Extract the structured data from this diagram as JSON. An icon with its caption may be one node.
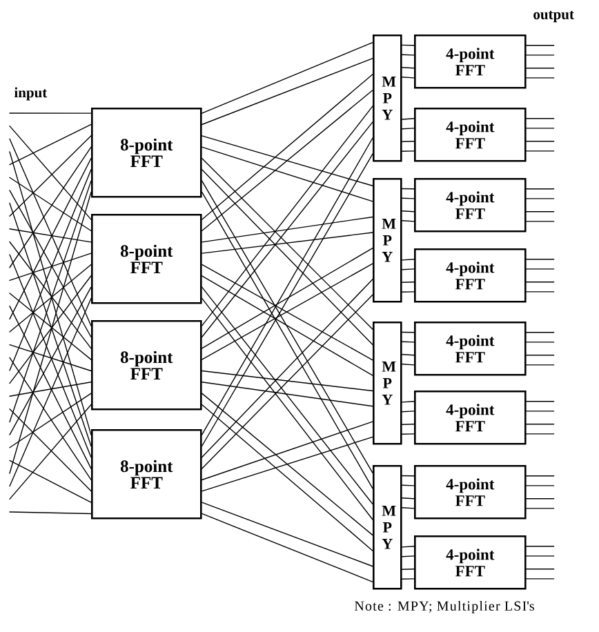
{
  "diagram": {
    "nodes": [
      {
        "text": [
          "8-point FFT"
        ]
      },
      {
        "text": [
          "8-point FFT"
        ]
      },
      {
        "text": [
          "8-point FFT"
        ]
      },
      {
        "text": [
          "8-point FFT"
        ]
      },
      {
        "text": [
          "MPY"
        ]
      },
      {
        "text": [
          "MPY"
        ]
      },
      {
        "text": [
          "MPY"
        ]
      },
      {
        "text": [
          "MPY"
        ]
      },
      {
        "text": [
          "4-point FFT"
        ]
      },
      {
        "text": [
          "4-point FFT"
        ]
      },
      {
        "text": [
          "4-point FFT"
        ]
      },
      {
        "text": [
          "4-point FFT"
        ]
      },
      {
        "text": [
          "4-point FFT"
        ]
      },
      {
        "text": [
          "4-point FFT"
        ]
      },
      {
        "text": [
          "4-point FFT"
        ]
      },
      {
        "text": [
          "4-point FFT"
        ]
      }
    ],
    "edges": [
      {
        "from": null,
        "to": 0,
        "arrow": "none"
      },
      {
        "from": null,
        "to": 1,
        "arrow": "none"
      },
      {
        "from": null,
        "to": 2,
        "arrow": "none"
      },
      {
        "from": null,
        "to": 3,
        "arrow": "none"
      },
      {
        "from": null,
        "to": 0,
        "arrow": "none"
      },
      {
        "from": null,
        "to": 1,
        "arrow": "none"
      },
      {
        "from": null,
        "to": 2,
        "arrow": "none"
      },
      {
        "from": null,
        "to": 3,
        "arrow": "none"
      },
      {
        "from": null,
        "to": 0,
        "arrow": "none"
      },
      {
        "from": null,
        "to": 1,
        "arrow": "none"
      },
      {
        "from": null,
        "to": 2,
        "arrow": "none"
      },
      {
        "from": null,
        "to": 3,
        "arrow": "none"
      },
      {
        "from": null,
        "to": 0,
        "arrow": "none"
      },
      {
        "from": null,
        "to": 1,
        "arrow": "none"
      },
      {
        "from": null,
        "to": 2,
        "arrow": "none"
      },
      {
        "from": null,
        "to": 3,
        "arrow": "none"
      },
      {
        "from": null,
        "to": 0,
        "arrow": "none"
      },
      {
        "from": null,
        "to": 1,
        "arrow": "none"
      },
      {
        "from": null,
        "to": 2,
        "arrow": "none"
      },
      {
        "from": null,
        "to": 3,
        "arrow": "none"
      },
      {
        "from": null,
        "to": 0,
        "arrow": "none"
      },
      {
        "from": null,
        "to": 1,
        "arrow": "none"
      },
      {
        "from": null,
        "to": 2,
        "arrow": "none"
      },
      {
        "from": null,
        "to": 3,
        "arrow": "none"
      },
      {
        "from": null,
        "to": 0,
        "arrow": "none"
      },
      {
        "from": null,
        "to": 1,
        "arrow": "none"
      },
      {
        "from": null,
        "to": 2,
        "arrow": "none"
      },
      {
        "from": null,
        "to": 3,
        "arrow": "none"
      },
      {
        "from": null,
        "to": 0,
        "arrow": "none"
      },
      {
        "from": null,
        "to": 1,
        "arrow": "none"
      },
      {
        "from": null,
        "to": 2,
        "arrow": "none"
      },
      {
        "from": null,
        "to": 3,
        "arrow": "none"
      },
      {
        "from": 0,
        "to": 4,
        "arrow": "none"
      },
      {
        "from": 0,
        "to": 4,
        "arrow": "none"
      },
      {
        "from": 0,
        "to": 5,
        "arrow": "none"
      },
      {
        "from": 0,
        "to": 5,
        "arrow": "none"
      },
      {
        "from": 0,
        "to": 6,
        "arrow": "none"
      },
      {
        "from": 0,
        "to": 6,
        "arrow": "none"
      },
      {
        "from": 0,
        "to": 7,
        "arrow": "none"
      },
      {
        "from": 0,
        "to": 7,
        "arrow": "none"
      },
      {
        "from": 1,
        "to": 4,
        "arrow": "none"
      },
      {
        "from": 1,
        "to": 4,
        "arrow": "none"
      },
      {
        "from": 1,
        "to": 5,
        "arrow": "none"
      },
      {
        "from": 1,
        "to": 5,
        "arrow": "none"
      },
      {
        "from": 1,
        "to": 6,
        "arrow": "none"
      },
      {
        "from": 1,
        "to": 6,
        "arrow": "none"
      },
      {
        "from": 1,
        "to": 7,
        "arrow": "none"
      },
      {
        "from": 1,
        "to": 7,
        "arrow": "none"
      },
      {
        "from": 2,
        "to": 4,
        "arrow": "none"
      },
      {
        "from": 2,
        "to": 4,
        "arrow": "none"
      },
      {
        "from": 2,
        "to": 5,
        "arrow": "none"
      },
      {
        "from": 2,
        "to": 5,
        "arrow": "none"
      },
      {
        "from": 2,
        "to": 6,
        "arrow": "none"
      },
      {
        "from": 2,
        "to": 6,
        "arrow": "none"
      },
      {
        "from": 2,
        "to": 7,
        "arrow": "none"
      },
      {
        "from": 2,
        "to": 7,
        "arrow": "none"
      },
      {
        "from": 3,
        "to": 4,
        "arrow": "none"
      },
      {
        "from": 3,
        "to": 4,
        "arrow": "none"
      },
      {
        "from": 3,
        "to": 5,
        "arrow": "none"
      },
      {
        "from": 3,
        "to": 5,
        "arrow": "none"
      },
      {
        "from": 3,
        "to": 6,
        "arrow": "none"
      },
      {
        "from": 3,
        "to": 6,
        "arrow": "none"
      },
      {
        "from": 3,
        "to": 7,
        "arrow": "none"
      },
      {
        "from": 3,
        "to": 7,
        "arrow": "none"
      },
      {
        "from": 4,
        "to": 8,
        "arrow": "none"
      },
      {
        "from": 4,
        "to": 8,
        "arrow": "none"
      },
      {
        "from": 4,
        "to": 8,
        "arrow": "none"
      },
      {
        "from": 4,
        "to": 8,
        "arrow": "none"
      },
      {
        "from": 4,
        "to": 9,
        "arrow": "none"
      },
      {
        "from": 4,
        "to": 9,
        "arrow": "none"
      },
      {
        "from": 4,
        "to": 9,
        "arrow": "none"
      },
      {
        "from": 4,
        "to": 9,
        "arrow": "none"
      },
      {
        "from": 5,
        "to": 10,
        "arrow": "none"
      },
      {
        "from": 5,
        "to": 10,
        "arrow": "none"
      },
      {
        "from": 5,
        "to": 10,
        "arrow": "none"
      },
      {
        "from": 5,
        "to": 10,
        "arrow": "none"
      },
      {
        "from": 5,
        "to": 11,
        "arrow": "none"
      },
      {
        "from": 5,
        "to": 11,
        "arrow": "none"
      },
      {
        "from": 5,
        "to": 11,
        "arrow": "none"
      },
      {
        "from": 5,
        "to": 11,
        "arrow": "none"
      },
      {
        "from": 6,
        "to": 12,
        "arrow": "none"
      },
      {
        "from": 6,
        "to": 12,
        "arrow": "none"
      },
      {
        "from": 6,
        "to": 12,
        "arrow": "none"
      },
      {
        "from": 6,
        "to": 12,
        "arrow": "none"
      },
      {
        "from": 6,
        "to": 13,
        "arrow": "none"
      },
      {
        "from": 6,
        "to": 13,
        "arrow": "none"
      },
      {
        "from": 6,
        "to": 13,
        "arrow": "none"
      },
      {
        "from": 6,
        "to": 13,
        "arrow": "none"
      },
      {
        "from": 7,
        "to": 14,
        "arrow": "none"
      },
      {
        "from": 7,
        "to": 14,
        "arrow": "none"
      },
      {
        "from": 7,
        "to": 14,
        "arrow": "none"
      },
      {
        "from": 7,
        "to": 14,
        "arrow": "none"
      },
      {
        "from": 7,
        "to": 15,
        "arrow": "none"
      },
      {
        "from": 7,
        "to": 15,
        "arrow": "none"
      },
      {
        "from": 7,
        "to": 15,
        "arrow": "none"
      },
      {
        "from": 7,
        "to": 15,
        "arrow": "none"
      },
      {
        "from": 8,
        "to": null,
        "arrow": "none"
      },
      {
        "from": 8,
        "to": null,
        "arrow": "none"
      },
      {
        "from": 8,
        "to": null,
        "arrow": "none"
      },
      {
        "from": 8,
        "to": null,
        "arrow": "none"
      },
      {
        "from": 9,
        "to": null,
        "arrow": "none"
      },
      {
        "from": 9,
        "to": null,
        "arrow": "none"
      },
      {
        "from": 9,
        "to": null,
        "arrow": "none"
      },
      {
        "from": 9,
        "to": null,
        "arrow": "none"
      },
      {
        "from": 10,
        "to": null,
        "arrow": "none"
      },
      {
        "from": 10,
        "to": null,
        "arrow": "none"
      },
      {
        "from": 10,
        "to": null,
        "arrow": "none"
      },
      {
        "from": 10,
        "to": null,
        "arrow": "none"
      },
      {
        "from": 11,
        "to": null,
        "arrow": "none"
      },
      {
        "from": 11,
        "to": null,
        "arrow": "none"
      },
      {
        "from": 11,
        "to": null,
        "arrow": "none"
      },
      {
        "from": 11,
        "to": null,
        "arrow": "none"
      },
      {
        "from": 12,
        "to": null,
        "arrow": "none"
      },
      {
        "from": 12,
        "to": null,
        "arrow": "none"
      },
      {
        "from": 12,
        "to": null,
        "arrow": "none"
      },
      {
        "from": 12,
        "to": null,
        "arrow": "none"
      },
      {
        "from": 13,
        "to": null,
        "arrow": "none"
      },
      {
        "from": 13,
        "to": null,
        "arrow": "none"
      },
      {
        "from": 13,
        "to": null,
        "arrow": "none"
      },
      {
        "from": 13,
        "to": null,
        "arrow": "none"
      },
      {
        "from": 14,
        "to": null,
        "arrow": "none"
      },
      {
        "from": 14,
        "to": null,
        "arrow": "none"
      },
      {
        "from": 14,
        "to": null,
        "arrow": "none"
      },
      {
        "from": 14,
        "to": null,
        "arrow": "none"
      },
      {
        "from": 15,
        "to": null,
        "arrow": "none"
      },
      {
        "from": 15,
        "to": null,
        "arrow": "none"
      },
      {
        "from": 15,
        "to": null,
        "arrow": "none"
      },
      {
        "from": 15,
        "to": null,
        "arrow": "none"
      }
    ],
    "labels": [
      "input",
      "output",
      "Note : MPY; Multiplier LSI's"
    ]
  }
}
